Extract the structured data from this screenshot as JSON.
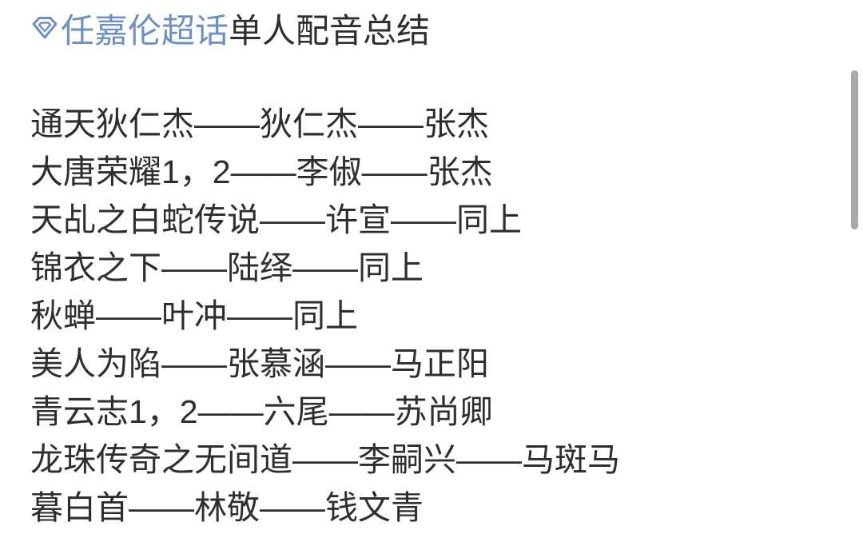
{
  "page": {
    "background_color": "#ffffff",
    "text_color": "#2e2e2e",
    "link_color": "#6b8fc7"
  },
  "post": {
    "topic_icon": "supertopic-gem-icon",
    "topic_link": "任嘉伦超话",
    "title_rest": "单人配音总结",
    "lines": [
      "通天狄仁杰——狄仁杰——张杰",
      "大唐荣耀1，2——李俶——张杰",
      "天乩之白蛇传说——许宣——同上",
      "锦衣之下——陆绎——同上",
      "秋蝉——叶冲——同上",
      "美人为陷——张慕涵——马正阳",
      "青云志1，2——六尾——苏尚卿",
      "龙珠传奇之无间道——李嗣兴——马斑马",
      "暮白首——林敬——钱文青"
    ]
  },
  "scrollbar": {
    "thumb_color": "#a9a9a9"
  }
}
